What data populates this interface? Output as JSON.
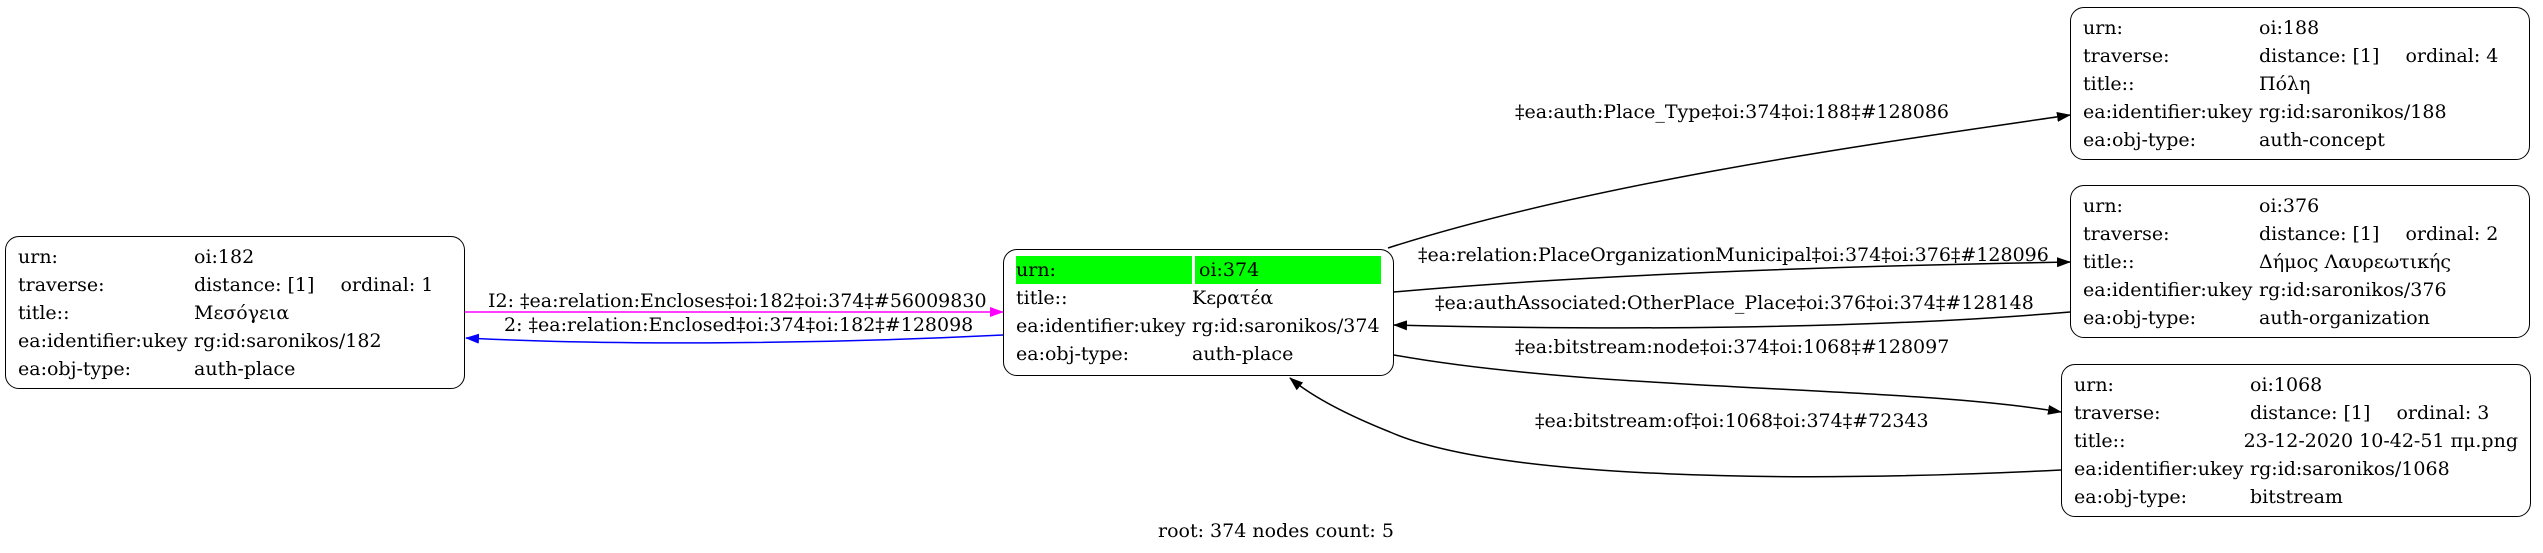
{
  "nodes": {
    "n182": {
      "rows": [
        {
          "key": "urn:",
          "value": "oi:182"
        },
        {
          "key": "traverse:",
          "value": "distance: [1]",
          "extra": "ordinal: 1"
        },
        {
          "key": "title::",
          "value": "Μεσόγεια"
        },
        {
          "key": "ea:identifier:ukey",
          "value": "rg:id:saronikos/182"
        },
        {
          "key": "ea:obj-type:",
          "value": "auth-place"
        }
      ]
    },
    "n374": {
      "highlight_color": "#00ff00",
      "rows": [
        {
          "key": "urn:",
          "value": "oi:374"
        },
        {
          "key": "title::",
          "value": "Κερατέα"
        },
        {
          "key": "ea:identifier:ukey",
          "value": "rg:id:saronikos/374"
        },
        {
          "key": "ea:obj-type:",
          "value": "auth-place"
        }
      ]
    },
    "n188": {
      "rows": [
        {
          "key": "urn:",
          "value": "oi:188"
        },
        {
          "key": "traverse:",
          "value": "distance: [1]",
          "extra": "ordinal: 4"
        },
        {
          "key": "title::",
          "value": "Πόλη"
        },
        {
          "key": "ea:identifier:ukey",
          "value": "rg:id:saronikos/188"
        },
        {
          "key": "ea:obj-type:",
          "value": "auth-concept"
        }
      ]
    },
    "n376": {
      "rows": [
        {
          "key": "urn:",
          "value": "oi:376"
        },
        {
          "key": "traverse:",
          "value": "distance: [1]",
          "extra": "ordinal: 2"
        },
        {
          "key": "title::",
          "value": "Δήμος Λαυρεωτικής"
        },
        {
          "key": "ea:identifier:ukey",
          "value": "rg:id:saronikos/376"
        },
        {
          "key": "ea:obj-type:",
          "value": "auth-organization"
        }
      ]
    },
    "n1068": {
      "rows": [
        {
          "key": "urn:",
          "value": "oi:1068"
        },
        {
          "key": "traverse:",
          "value": "distance: [1]",
          "extra": "ordinal: 3"
        },
        {
          "key": "title::",
          "value": "23-12-2020 10-42-51 πμ.png"
        },
        {
          "key": "ea:identifier:ukey",
          "value": "rg:id:saronikos/1068"
        },
        {
          "key": "ea:obj-type:",
          "value": "bitstream"
        }
      ]
    }
  },
  "edges": {
    "encloses": {
      "label": "I2: ‡ea:relation:Encloses‡oi:182‡oi:374‡#56009830",
      "color": "#ff00ff"
    },
    "enclosed": {
      "label": "2: ‡ea:relation:Enclosed‡oi:374‡oi:182‡#128098",
      "color": "#0000ff"
    },
    "place_type": {
      "label": "‡ea:auth:Place_Type‡oi:374‡oi:188‡#128086",
      "color": "#000000"
    },
    "municipal": {
      "label": "‡ea:relation:PlaceOrganizationMunicipal‡oi:374‡oi:376‡#128096",
      "color": "#000000"
    },
    "other_place": {
      "label": "‡ea:authAssociated:OtherPlace_Place‡oi:376‡oi:374‡#128148",
      "color": "#000000"
    },
    "bitstream_node": {
      "label": "‡ea:bitstream:node‡oi:374‡oi:1068‡#128097",
      "color": "#000000"
    },
    "bitstream_of": {
      "label": "‡ea:bitstream:of‡oi:1068‡oi:374‡#72343",
      "color": "#000000"
    }
  },
  "footer": "root: 374 nodes count: 5"
}
